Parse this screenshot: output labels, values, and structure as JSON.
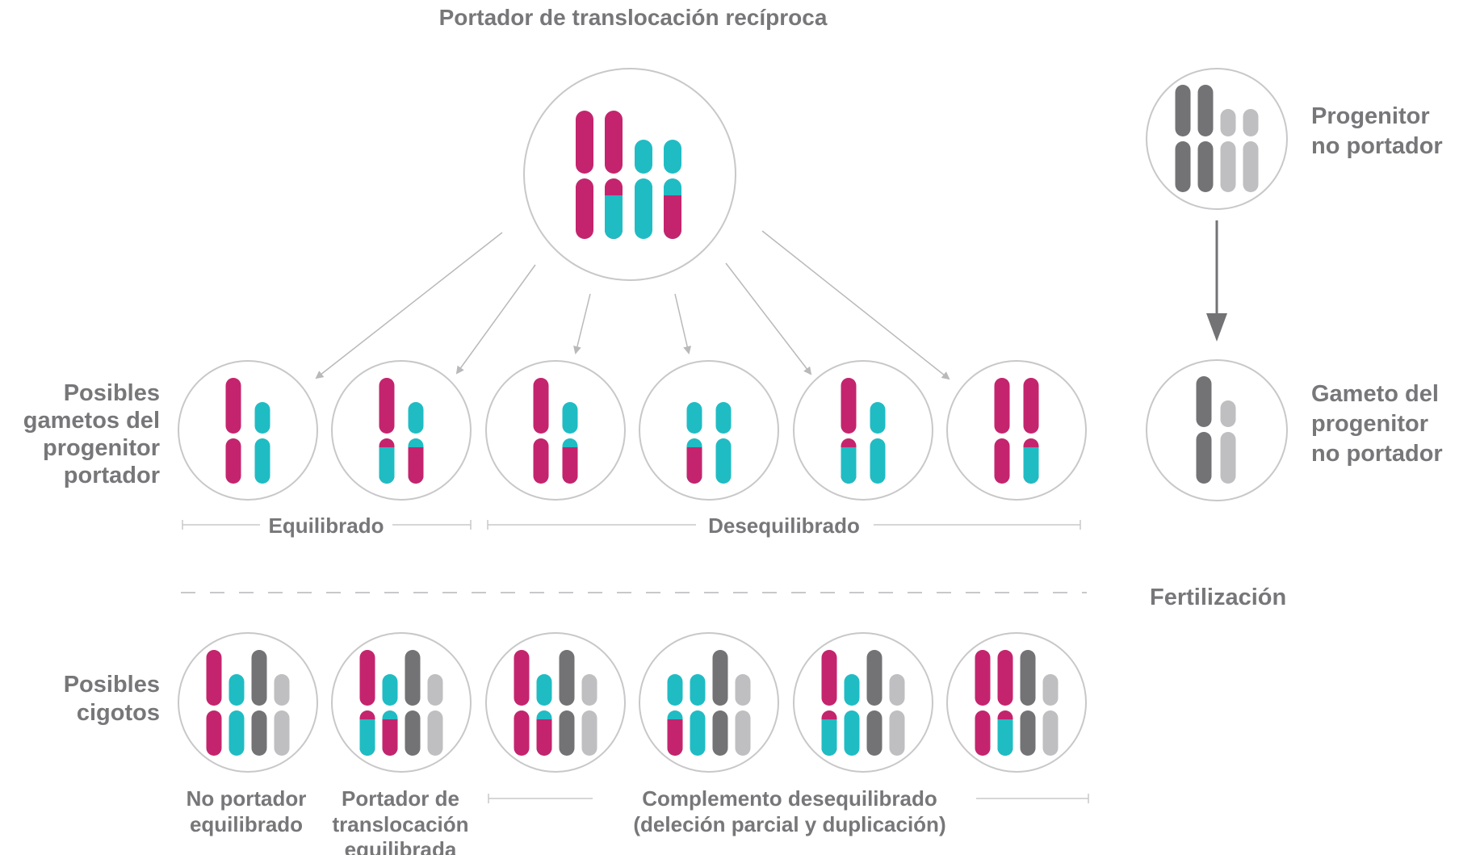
{
  "title": "Portador de translocación recíproca",
  "colors": {
    "magenta": "#c4246e",
    "teal": "#20bcc4",
    "dark_gray": "#737376",
    "light_gray": "#bfbfc1",
    "circle_stroke": "#c8c8ca",
    "arrow": "#b9b9bb",
    "text": "#77777a"
  },
  "right_panel": {
    "parent_label_1": "Progenitor",
    "parent_label_2": "no portador",
    "gamete_label_1": "Gameto del",
    "gamete_label_2": "progenitor",
    "gamete_label_3": "no portador",
    "fertilization": "Fertilización"
  },
  "gametes": {
    "row_label_1": "Posibles",
    "row_label_2": "gametos del",
    "row_label_3": "progenitor",
    "row_label_4": "portador",
    "balanced": "Equilibrado",
    "unbalanced": "Desequilibrado"
  },
  "zygotes": {
    "row_label_1": "Posibles",
    "row_label_2": "cigotos",
    "noncarrier_1": "No portador",
    "noncarrier_2": "equilibrado",
    "carrier_1": "Portador de",
    "carrier_2": "translocación",
    "carrier_3": "equilibrada",
    "unbalanced_1": "Complemento desequilibrado",
    "unbalanced_2": "(deleción parcial y duplicación)"
  }
}
